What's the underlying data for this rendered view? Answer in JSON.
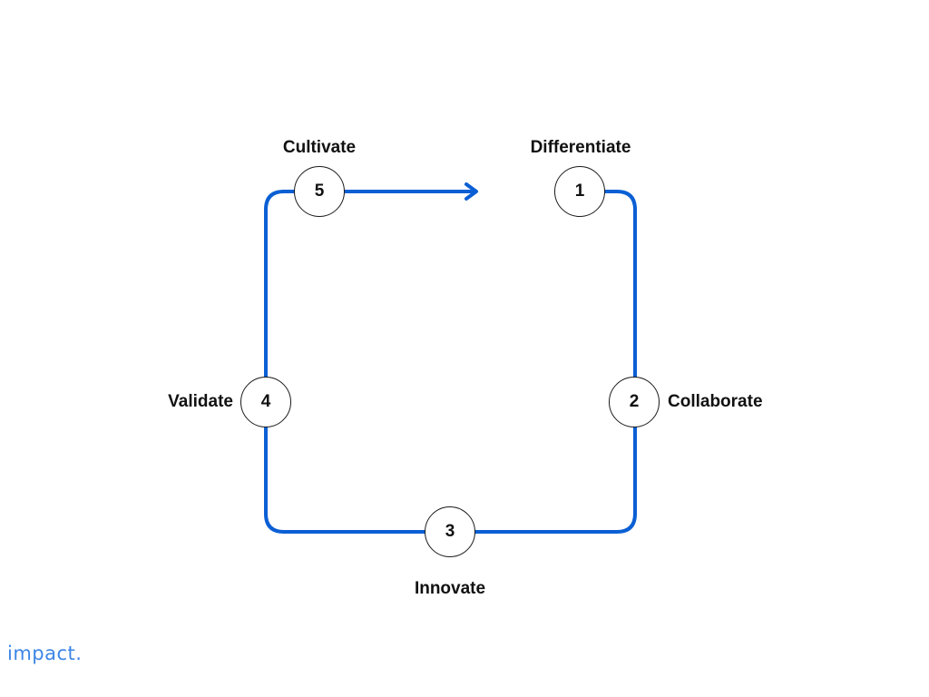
{
  "diagram": {
    "line_color": "#0b5fd4",
    "steps": [
      {
        "number": "1",
        "label": "Differentiate"
      },
      {
        "number": "2",
        "label": "Collaborate"
      },
      {
        "number": "3",
        "label": "Innovate"
      },
      {
        "number": "4",
        "label": "Validate"
      },
      {
        "number": "5",
        "label": "Cultivate"
      }
    ]
  },
  "brand": {
    "wordmark": "impact.",
    "color": "#3d86e6"
  }
}
